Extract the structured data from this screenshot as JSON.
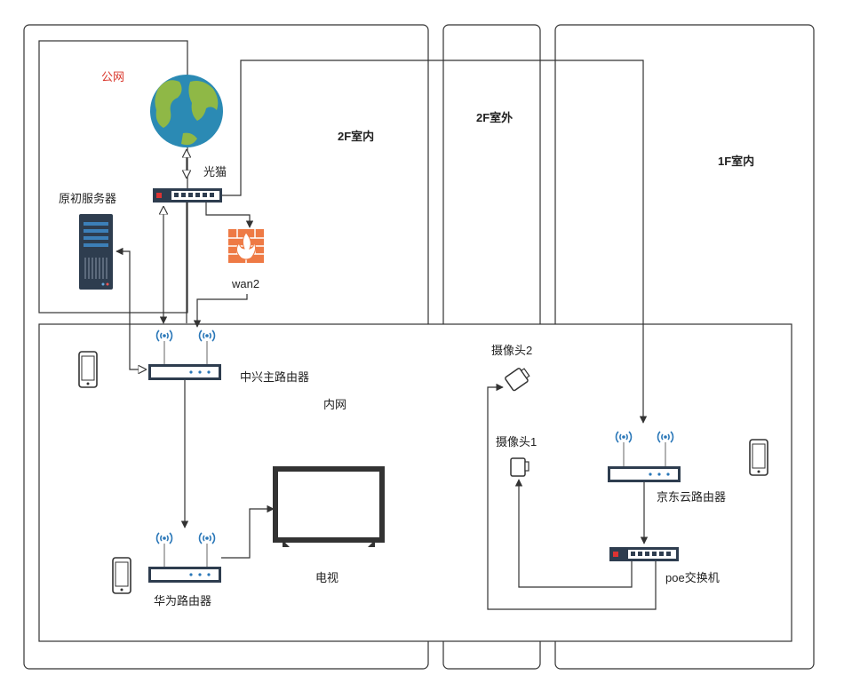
{
  "zones": {
    "public": "公网",
    "floor2_indoor": "2F室内",
    "floor2_outdoor": "2F室外",
    "floor1_indoor": "1F室内",
    "lan": "内网"
  },
  "devices": {
    "modem": "光猫",
    "origin_server": "原初服务器",
    "firewall": "wan2",
    "zte_router": "中兴主路由器",
    "huawei_router": "华为路由器",
    "tv": "电视",
    "camera1": "摄像头1",
    "camera2": "摄像头2",
    "jd_router": "京东云路由器",
    "poe_switch": "poe交换机"
  },
  "colors": {
    "stroke": "#333333",
    "router_body": "#2e3d4f",
    "globe_ocean": "#2b8ab4",
    "globe_land": "#8fb846",
    "firewall": "#ee7a45",
    "wifi": "#2a77b8",
    "public_label": "#d9352a"
  }
}
